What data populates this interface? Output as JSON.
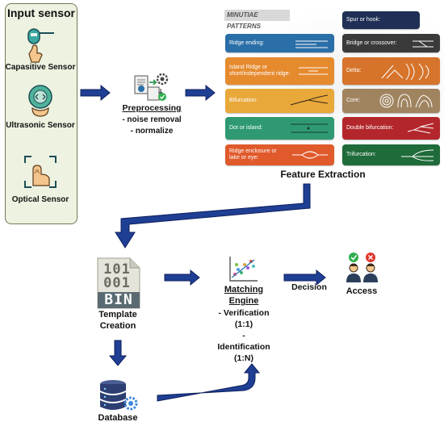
{
  "input_sensor": {
    "title": "Input sensor",
    "sensors": [
      {
        "label": "Capasitive Sensor",
        "icon": "capacitive-sensor-icon"
      },
      {
        "label": "Ultrasonic Sensor",
        "icon": "ultrasonic-sensor-icon"
      },
      {
        "label": "Optical Sensor",
        "icon": "optical-sensor-icon"
      }
    ]
  },
  "preprocessing": {
    "title": "Preprocessing",
    "step1": "- noise removal",
    "step2": "- normalize",
    "icon": "document-gear-icon"
  },
  "feature_extraction": {
    "banner": "MINUTIAE PATTERNS",
    "label": "Feature Extraction",
    "patterns": [
      {
        "label": "Ridge ending:",
        "color": "#2a6fa8"
      },
      {
        "label": "Island Ridge or short/independent ridge:",
        "color": "#e68a2e"
      },
      {
        "label": "Bifurcation:",
        "color": "#e9a83a"
      },
      {
        "label": "Dot or island:",
        "color": "#2f9a72"
      },
      {
        "label": "Ridge enclosure or lake or eye:",
        "color": "#e05a2b"
      },
      {
        "label": "Spur or hook:",
        "color": "#1f2f55"
      },
      {
        "label": "Bridge or crossover:",
        "color": "#3a3a3a"
      },
      {
        "label": "Delta:",
        "color": "#d7742b"
      },
      {
        "label": "Core:",
        "color": "#a08460"
      },
      {
        "label": "Double bifurcation:",
        "color": "#b3272c"
      },
      {
        "label": "Trifurcation:",
        "color": "#1f6b3a"
      }
    ]
  },
  "template": {
    "icon_text_line1": "101",
    "icon_text_line2": "001",
    "icon_badge": "BIN",
    "label_line1": "Template",
    "label_line2": "Creation"
  },
  "matching": {
    "title_line1": "Matching",
    "title_line2": "Engine",
    "verification": "- Verification",
    "verification_ratio": "(1:1)",
    "dash": "-",
    "identification": "Identification",
    "identification_ratio": "(1:N)",
    "icon": "scatter-plot-icon"
  },
  "decision": {
    "label": "Decision"
  },
  "access": {
    "label": "Access",
    "icon": "approved-denied-users-icon"
  },
  "database": {
    "label": "Database",
    "icon": "database-gear-icon"
  },
  "colors": {
    "arrow": "#1f3f94",
    "arrow_outline": "#0d1f5c",
    "panel_bg": "#edf2e1",
    "panel_border": "#6f7a55"
  }
}
